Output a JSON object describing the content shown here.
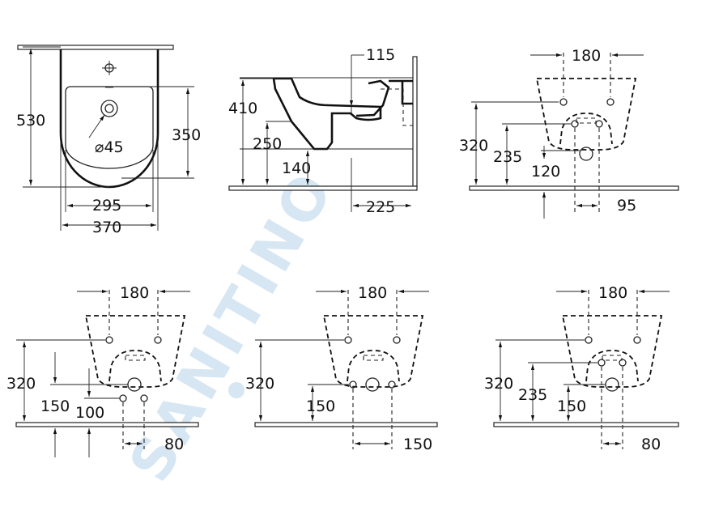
{
  "watermark": "SANITINO",
  "views": {
    "top": {
      "height": "530",
      "bowl_height": "350",
      "inner_width": "295",
      "outer_width": "370",
      "hole": "⌀45"
    },
    "side": {
      "d115": "115",
      "d410": "410",
      "d250": "250",
      "d140": "140",
      "d225": "225"
    },
    "wall_a": {
      "d180": "180",
      "d320": "320",
      "d235": "235",
      "d120": "120",
      "d95": "95"
    },
    "wall_b": {
      "d180": "180",
      "d320": "320",
      "d150": "150",
      "d100": "100",
      "d80": "80"
    },
    "wall_c": {
      "d180": "180",
      "d320": "320",
      "d150": "150",
      "d150b": "150"
    },
    "wall_d": {
      "d180": "180",
      "d320": "320",
      "d235": "235",
      "d150": "150",
      "d80": "80"
    }
  }
}
